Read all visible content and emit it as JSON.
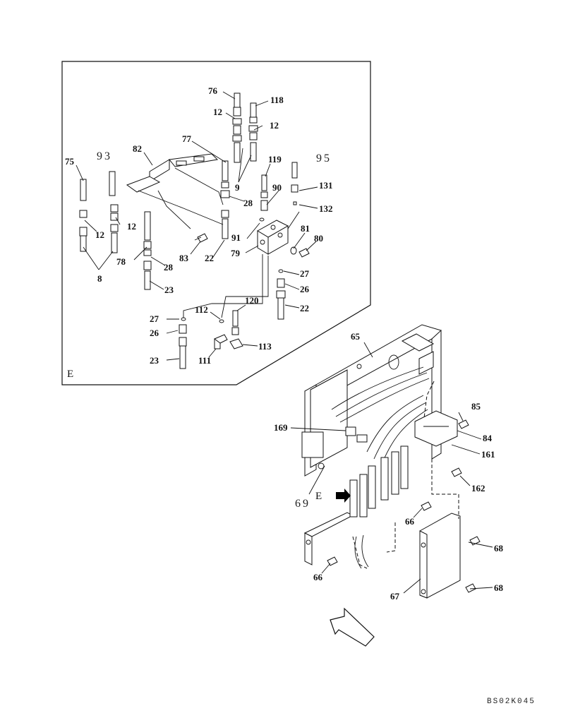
{
  "detail_view": {
    "frame_label": "E",
    "callouts": [
      "76",
      "118",
      "12",
      "12",
      "77",
      "82",
      "9",
      "119",
      "95",
      "93",
      "75",
      "90",
      "131",
      "132",
      "28",
      "12",
      "12",
      "78",
      "28",
      "83",
      "22",
      "91",
      "79",
      "81",
      "80",
      "27",
      "26",
      "22",
      "8",
      "23",
      "27",
      "112",
      "120",
      "26",
      "113",
      "23",
      "111"
    ]
  },
  "main_view": {
    "view_marker": "E",
    "callouts": [
      "65",
      "85",
      "84",
      "169",
      "161",
      "162",
      "69",
      "66",
      "68",
      "66",
      "67",
      "68"
    ]
  },
  "drawing_code": "BS02K045"
}
